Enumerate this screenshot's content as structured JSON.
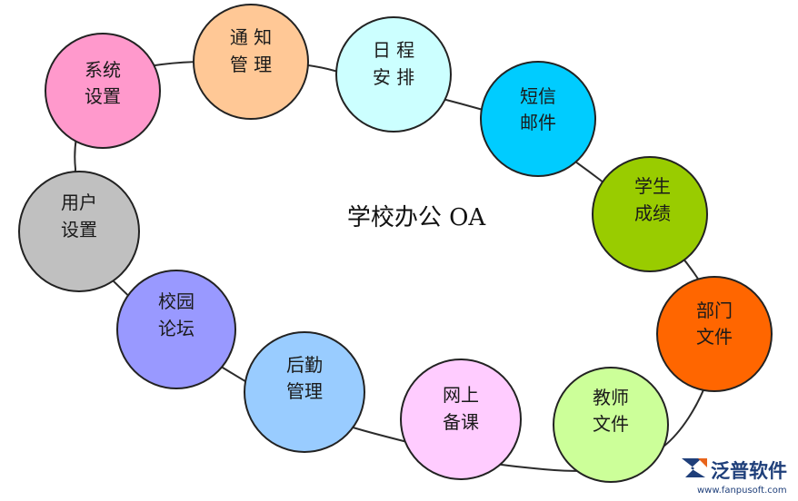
{
  "title": "学校办公 OA",
  "nodes": [
    {
      "id": "system-settings",
      "line1": "系统",
      "line2": "设置",
      "color": "#ff99cc"
    },
    {
      "id": "notice-management",
      "line1": "通 知",
      "line2": "管 理",
      "color": "#ffc896"
    },
    {
      "id": "schedule",
      "line1": "日 程",
      "line2": "安 排",
      "color": "#ccffff"
    },
    {
      "id": "sms-mail",
      "line1": "短信",
      "line2": "邮件",
      "color": "#00ccff"
    },
    {
      "id": "student-grades",
      "line1": "学生",
      "line2": "成绩",
      "color": "#99cc00"
    },
    {
      "id": "department-files",
      "line1": "部门",
      "line2": "文件",
      "color": "#ff6600"
    },
    {
      "id": "teacher-files",
      "line1": "教师",
      "line2": "文件",
      "color": "#ccff99"
    },
    {
      "id": "online-lesson-prep",
      "line1": "网上",
      "line2": "备课",
      "color": "#ffccff"
    },
    {
      "id": "logistics-management",
      "line1": "后勤",
      "line2": "管理",
      "color": "#99ccff"
    },
    {
      "id": "campus-forum",
      "line1": "校园",
      "line2": "论坛",
      "color": "#9999ff"
    },
    {
      "id": "user-settings",
      "line1": "用户",
      "line2": "设置",
      "color": "#c0c0c0"
    }
  ],
  "brand": {
    "name": "泛普软件",
    "url": "www.fanpusoft.com",
    "color": "#1f3f7a",
    "icon": "fanpu-logo-icon"
  }
}
